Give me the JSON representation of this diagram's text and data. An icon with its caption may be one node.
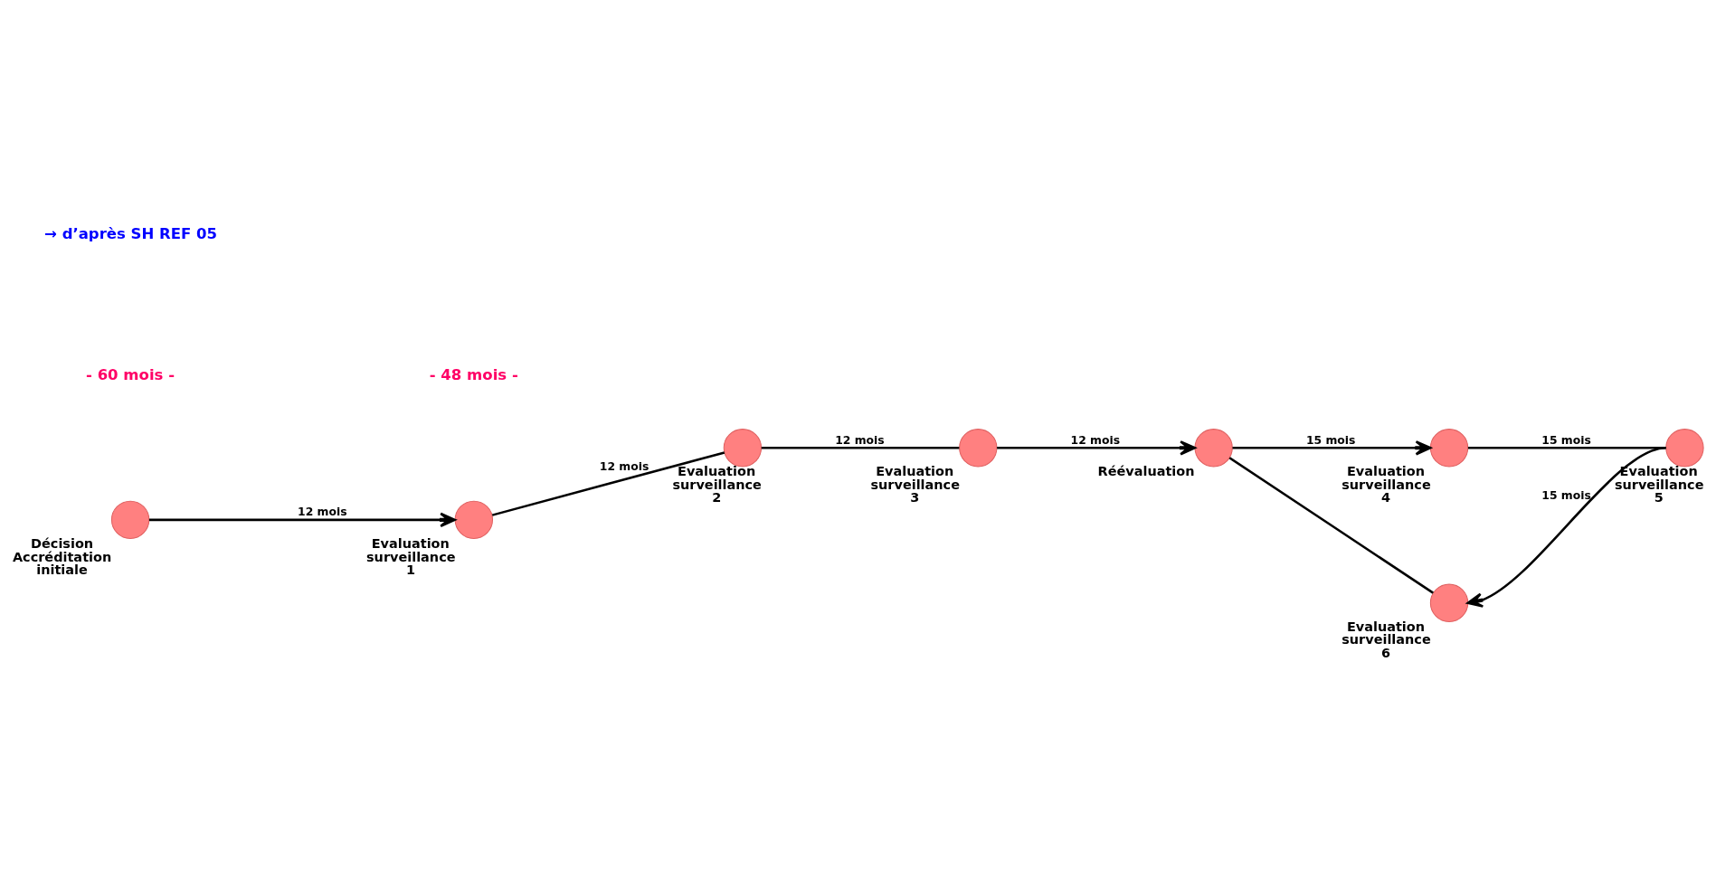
{
  "diagram": {
    "nodes": [
      {
        "text": [],
        "shape": "circle",
        "beside": [
          "Décision Accréditation initiale"
        ]
      },
      {
        "text": [],
        "shape": "circle",
        "beside": [
          "Evaluation surveillance 1"
        ]
      },
      {
        "text": [],
        "shape": "circle",
        "beside": [
          "Evaluation surveillance 2"
        ]
      },
      {
        "text": [],
        "shape": "circle",
        "beside": [
          "Evaluation surveillance 3"
        ]
      },
      {
        "text": [],
        "shape": "circle",
        "beside": [
          "Réévaluation"
        ]
      },
      {
        "text": [],
        "shape": "circle",
        "beside": [
          "Evaluation surveillance 4"
        ]
      },
      {
        "text": [],
        "shape": "circle",
        "beside": [
          "Evaluation surveillance 5"
        ]
      },
      {
        "text": [],
        "shape": "circle",
        "beside": [
          "Evaluation surveillance 6"
        ]
      }
    ],
    "edges": [
      {
        "from": 0,
        "to": 1,
        "arrow": "to",
        "label": "12 mois"
      },
      {
        "from": 1,
        "to": 2,
        "arrow": "none",
        "label": "12 mois"
      },
      {
        "from": 2,
        "to": 3,
        "arrow": "none",
        "label": "12 mois"
      },
      {
        "from": 3,
        "to": 4,
        "arrow": "to",
        "label": "12 mois"
      },
      {
        "from": 4,
        "to": 5,
        "arrow": "to",
        "label": "15 mois"
      },
      {
        "from": 5,
        "to": 6,
        "arrow": "none",
        "label": "15 mois"
      },
      {
        "from": 6,
        "to": 7,
        "arrow": "to",
        "label": "15 mois"
      },
      {
        "from": 7,
        "to": 4,
        "arrow": "none"
      }
    ],
    "labels": [
      "- 48 mois -",
      "- 60 mois -",
      "→ d’après SH REF 05"
    ]
  }
}
